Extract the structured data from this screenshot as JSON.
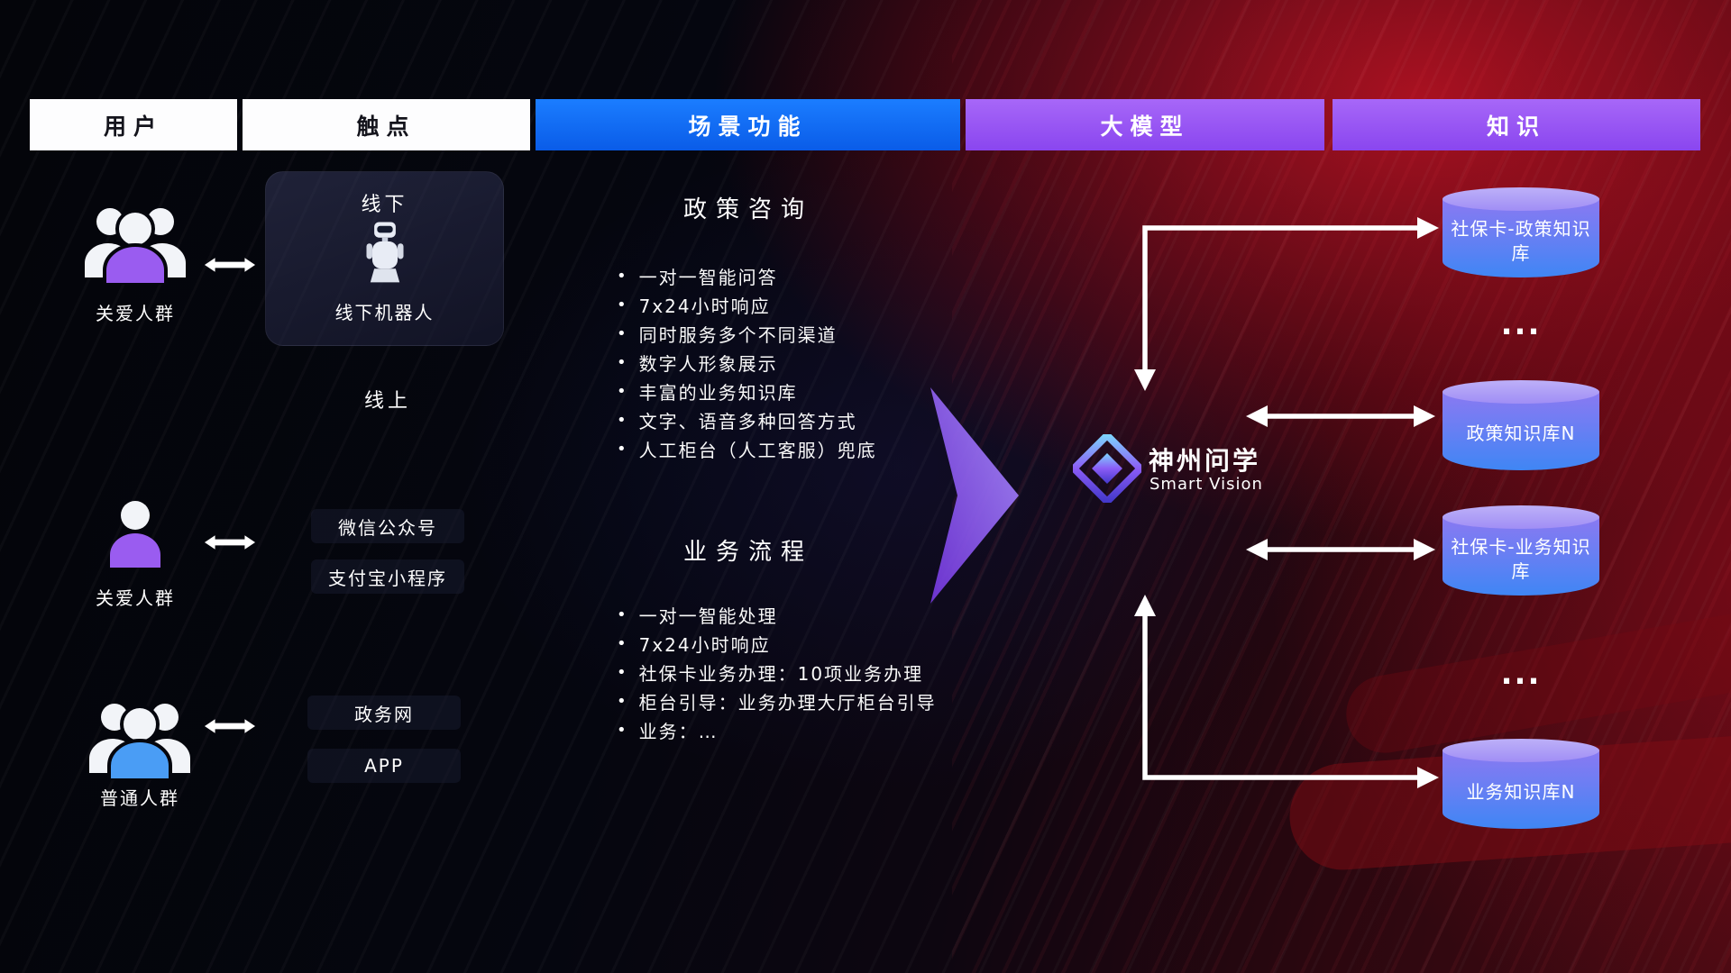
{
  "headers": [
    {
      "label": "用户"
    },
    {
      "label": "触点"
    },
    {
      "label": "场景功能"
    },
    {
      "label": "大模型"
    },
    {
      "label": "知识"
    }
  ],
  "users": [
    {
      "label": "关爱人群"
    },
    {
      "label": "关爱人群"
    },
    {
      "label": "普通人群"
    }
  ],
  "touchpoints": {
    "offline_title": "线下",
    "offline_robot": "线下机器人",
    "online_title": "线上",
    "channels": [
      "微信公众号",
      "支付宝小程序",
      "政务网",
      "APP"
    ]
  },
  "scenarios": [
    {
      "title": "政策咨询",
      "items": [
        "一对一智能问答",
        "7x24小时响应",
        "同时服务多个不同渠道",
        "数字人形象展示",
        "丰富的业务知识库",
        "文字、语音多种回答方式",
        "人工柜台（人工客服）兜底"
      ]
    },
    {
      "title": "业务流程",
      "items": [
        "一对一智能处理",
        "7x24小时响应",
        "社保卡业务办理：10项业务办理",
        "柜台引导：业务办理大厅柜台引导",
        "业务：…"
      ]
    }
  ],
  "model": {
    "name": "神州问学",
    "subtitle": "Smart Vision"
  },
  "knowledge": {
    "cylinders": [
      "社保卡-政策知识库",
      "政策知识库N",
      "社保卡-业务知识库",
      "业务知识库N"
    ],
    "ellipsis": "..."
  },
  "colors": {
    "header_blue": "#0a5ce8",
    "header_purple": "#8a46ef",
    "user_purple": "#9a5cf0",
    "user_blue": "#4a9df5",
    "cylinder_top": "#a08ef5",
    "cylinder_blue": "#3f86f4",
    "arrow_purple": "#7c3aed",
    "background_red": "#8c0f1d"
  }
}
